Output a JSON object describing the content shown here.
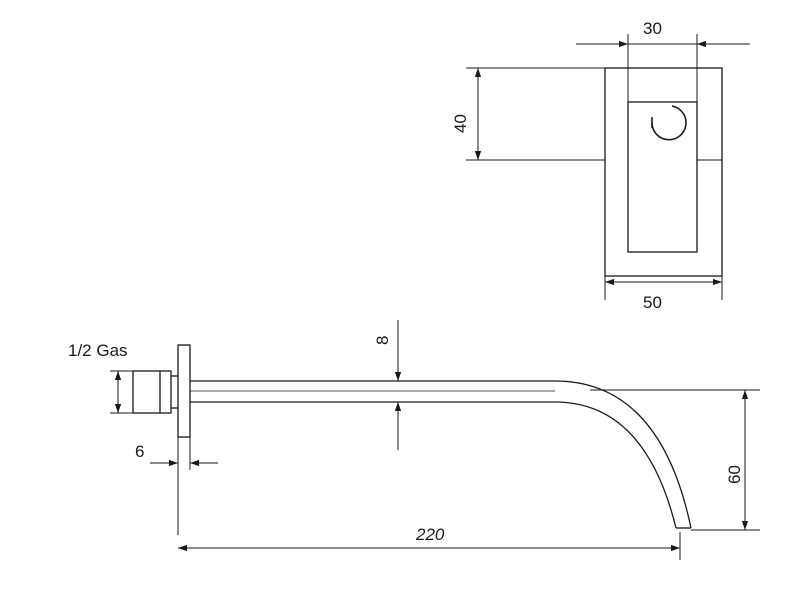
{
  "dimensions": {
    "top_width": "30",
    "top_height": "40",
    "bottom_width": "50",
    "pipe_diameter": "8",
    "thread_label": "1/2 Gas",
    "flange_thickness": "6",
    "spout_length": "220",
    "spout_drop": "60"
  }
}
